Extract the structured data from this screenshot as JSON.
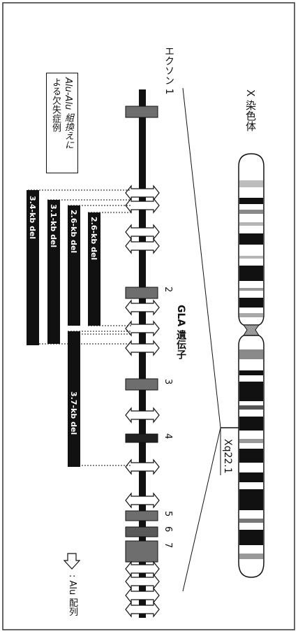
{
  "chromosome": {
    "label": "X 染色体",
    "band_label": "Xq22.1"
  },
  "gene": {
    "label": "GLA 遺伝子",
    "exon_label": "エクソン 1",
    "exon_numbers": [
      "2",
      "3",
      "4",
      "5",
      "6",
      "7"
    ]
  },
  "cases_box": {
    "lines": [
      "Alu-Alu 組換えに",
      "よる欠失症例"
    ]
  },
  "deletions": [
    {
      "label": "2.6-kb del"
    },
    {
      "label": "2.6-kb del"
    },
    {
      "label": "3.1-kb del"
    },
    {
      "label": "3.4-kb del"
    },
    {
      "label": "3.7-kb del"
    }
  ],
  "legend": {
    "text": ": Alu 配列"
  },
  "colors": {
    "ink": "#111111",
    "exon_fill": "#6e6e6e",
    "frame": "#333333"
  }
}
